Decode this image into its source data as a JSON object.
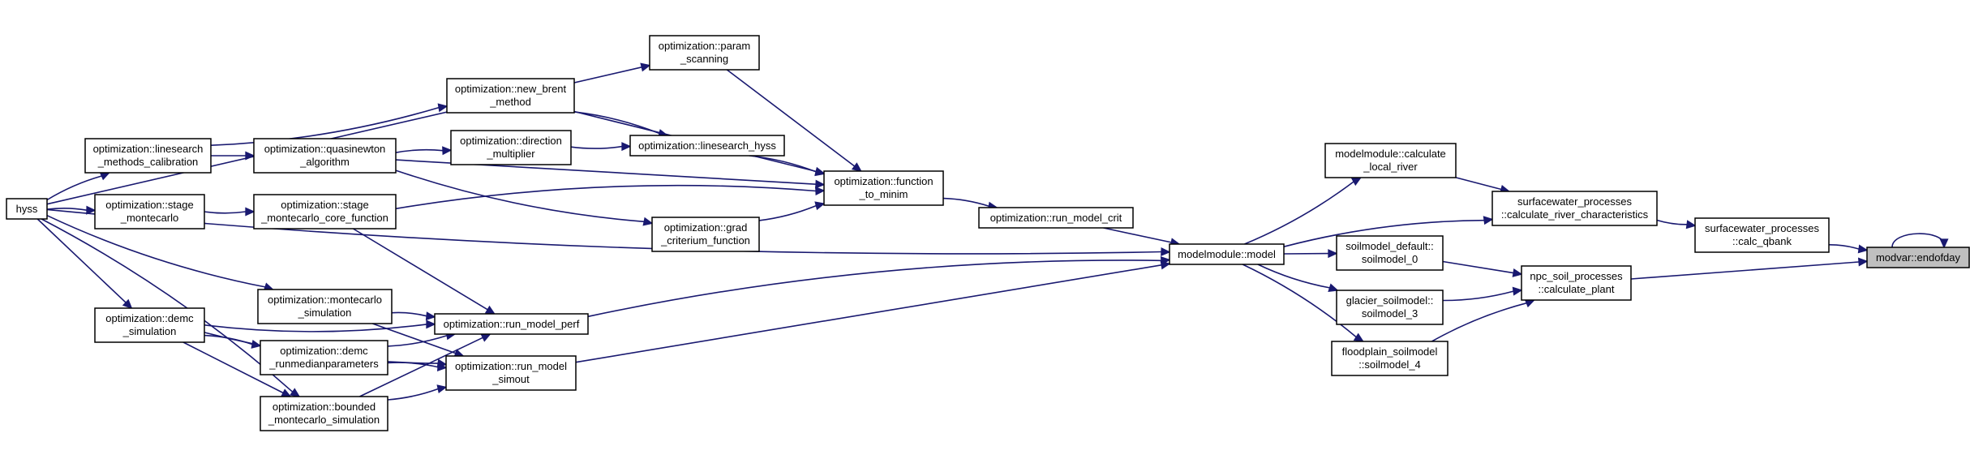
{
  "diagram": {
    "colors": {
      "edge": "#191970",
      "node_border": "#000000",
      "node_fill": "#ffffff",
      "highlight_fill": "#bfbfbf"
    },
    "nodes": {
      "hyss": [
        "hyss"
      ],
      "ls_calib": [
        "optimization::linesearch",
        "_methods_calibration"
      ],
      "quasinewton": [
        "optimization::quasinewton",
        "_algorithm"
      ],
      "new_brent": [
        "optimization::new_brent",
        "_method"
      ],
      "direction": [
        "optimization::direction",
        "_multiplier"
      ],
      "ls_hyss": [
        "optimization::linesearch_hyss"
      ],
      "param_scan": [
        "optimization::param",
        "_scanning"
      ],
      "stage_mc": [
        "optimization::stage",
        "_montecarlo"
      ],
      "stage_mc_core": [
        "optimization::stage",
        "_montecarlo_core_function"
      ],
      "grad": [
        "optimization::grad",
        "_criterium_function"
      ],
      "func_minim": [
        "optimization::function",
        "_to_minim"
      ],
      "run_crit": [
        "optimization::run_model_crit"
      ],
      "demc": [
        "optimization::demc",
        "_simulation"
      ],
      "mc_sim": [
        "optimization::montecarlo",
        "_simulation"
      ],
      "run_perf": [
        "optimization::run_model_perf"
      ],
      "demc_median": [
        "optimization::demc",
        "_runmedianparameters"
      ],
      "run_simout": [
        "optimization::run_model",
        "_simout"
      ],
      "bounded_mc": [
        "optimization::bounded",
        "_montecarlo_simulation"
      ],
      "model": [
        "modelmodule::model"
      ],
      "calc_local": [
        "modelmodule::calculate",
        "_local_river"
      ],
      "river_char": [
        "surfacewater_processes",
        "::calculate_river_characteristics"
      ],
      "soil0": [
        "soilmodel_default::",
        "soilmodel_0"
      ],
      "soil3": [
        "glacier_soilmodel::",
        "soilmodel_3"
      ],
      "soil4": [
        "floodplain_soilmodel",
        "::soilmodel_4"
      ],
      "calc_plant": [
        "npc_soil_processes",
        "::calculate_plant"
      ],
      "calc_qbank": [
        "surfacewater_processes",
        "::calc_qbank"
      ],
      "endofday": [
        "modvar::endofday"
      ]
    },
    "edges": [
      [
        "hyss",
        "ls_calib"
      ],
      [
        "hyss",
        "param_scan"
      ],
      [
        "hyss",
        "model"
      ],
      [
        "hyss",
        "stage_mc"
      ],
      [
        "hyss",
        "demc"
      ],
      [
        "hyss",
        "mc_sim"
      ],
      [
        "hyss",
        "bounded_mc"
      ],
      [
        "ls_calib",
        "quasinewton"
      ],
      [
        "ls_calib",
        "new_brent"
      ],
      [
        "quasinewton",
        "direction"
      ],
      [
        "quasinewton",
        "func_minim"
      ],
      [
        "quasinewton",
        "grad"
      ],
      [
        "new_brent",
        "ls_hyss"
      ],
      [
        "new_brent",
        "func_minim"
      ],
      [
        "direction",
        "ls_hyss"
      ],
      [
        "ls_hyss",
        "func_minim"
      ],
      [
        "param_scan",
        "func_minim"
      ],
      [
        "stage_mc",
        "stage_mc_core"
      ],
      [
        "stage_mc_core",
        "func_minim"
      ],
      [
        "stage_mc_core",
        "run_perf"
      ],
      [
        "grad",
        "func_minim"
      ],
      [
        "func_minim",
        "run_crit"
      ],
      [
        "run_crit",
        "model"
      ],
      [
        "demc",
        "run_perf"
      ],
      [
        "demc",
        "demc_median"
      ],
      [
        "demc",
        "bounded_mc"
      ],
      [
        "demc",
        "run_simout"
      ],
      [
        "mc_sim",
        "run_perf"
      ],
      [
        "mc_sim",
        "run_simout"
      ],
      [
        "demc_median",
        "run_perf"
      ],
      [
        "demc_median",
        "run_simout"
      ],
      [
        "bounded_mc",
        "run_perf"
      ],
      [
        "bounded_mc",
        "run_simout"
      ],
      [
        "run_perf",
        "model"
      ],
      [
        "run_simout",
        "model"
      ],
      [
        "model",
        "calc_local"
      ],
      [
        "model",
        "river_char"
      ],
      [
        "model",
        "soil0"
      ],
      [
        "model",
        "soil3"
      ],
      [
        "model",
        "soil4"
      ],
      [
        "calc_local",
        "river_char"
      ],
      [
        "river_char",
        "calc_qbank"
      ],
      [
        "calc_qbank",
        "endofday"
      ],
      [
        "soil0",
        "calc_plant"
      ],
      [
        "soil3",
        "calc_plant"
      ],
      [
        "soil4",
        "calc_plant"
      ],
      [
        "calc_plant",
        "endofday"
      ],
      [
        "endofday",
        "endofday"
      ]
    ]
  }
}
